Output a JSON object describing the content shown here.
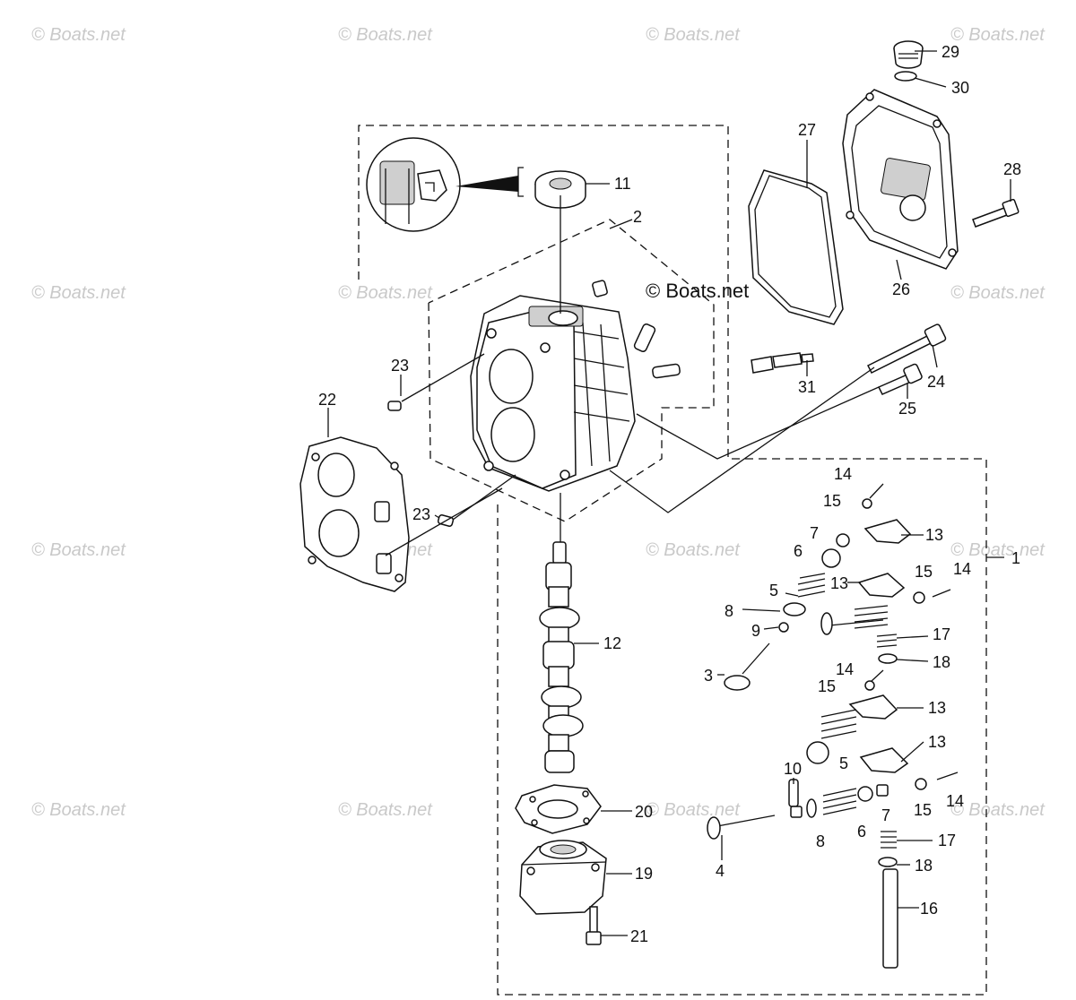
{
  "watermark": "© Boats.net",
  "center_watermark": "© Boats.net",
  "part_numbers": [
    "1",
    "2",
    "3",
    "4",
    "5",
    "5",
    "6",
    "6",
    "7",
    "7",
    "8",
    "8",
    "9",
    "10",
    "11",
    "12",
    "13",
    "13",
    "13",
    "13",
    "14",
    "14",
    "14",
    "14",
    "15",
    "15",
    "15",
    "15",
    "16",
    "17",
    "17",
    "18",
    "18",
    "19",
    "20",
    "21",
    "22",
    "23",
    "23",
    "24",
    "25",
    "26",
    "27",
    "28",
    "29",
    "30",
    "31"
  ]
}
